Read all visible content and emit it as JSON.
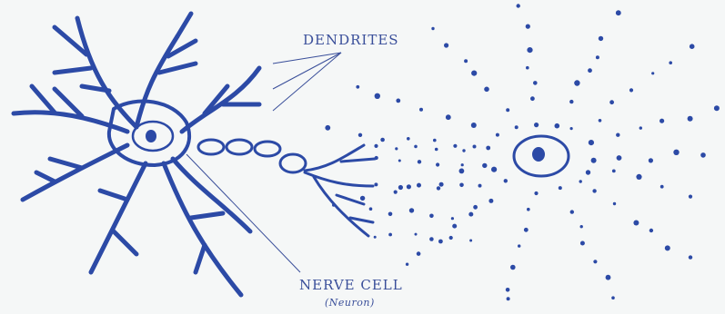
{
  "labels": {
    "dendrites": "DENDRITES",
    "nerve_cell": "NERVE CELL",
    "neuron": "(Neuron)"
  },
  "colors": {
    "ink": "#2c4aa6",
    "label": "#3a4f9a",
    "background": "#f5f7f7"
  }
}
